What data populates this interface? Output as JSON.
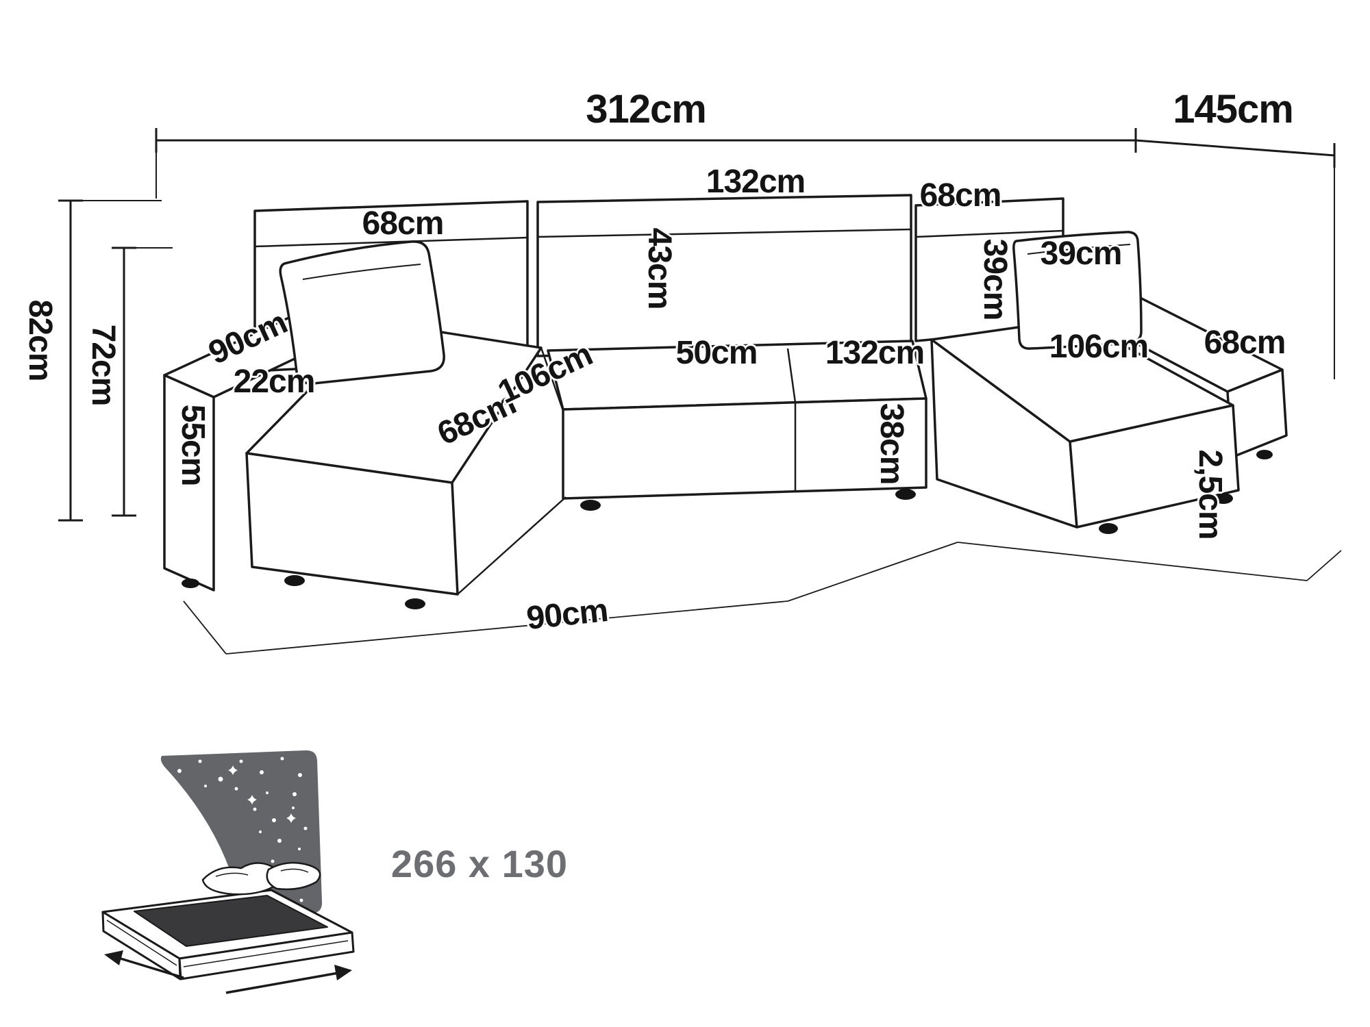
{
  "colors": {
    "line": "#1a1a1a",
    "muted_gray": "#6d6e71",
    "bed_dark": "#39393b"
  },
  "dimensions": {
    "total_width": "312cm",
    "right_depth": "145cm",
    "back_middle_width": "132cm",
    "back_left_cushion": "68cm",
    "back_right_cushion": "68cm",
    "back_cushion_height": "43cm",
    "pillow_height": "39cm",
    "pillow_width": "39cm",
    "left_arm_length": "90cm",
    "arm_width": "22cm",
    "arm_height": "55cm",
    "total_height": "82cm",
    "seat_back_height": "72cm",
    "left_seat_width": "68cm",
    "left_chaise_length": "106cm",
    "middle_seat_depth": "50cm",
    "middle_seat_width": "132cm",
    "seat_height": "38cm",
    "right_chaise_length": "106cm",
    "right_seat_width": "68cm",
    "leg_height": "2,5cm",
    "left_unit_width": "90cm"
  },
  "sleeping_area": {
    "size_label": "266 x 130"
  }
}
